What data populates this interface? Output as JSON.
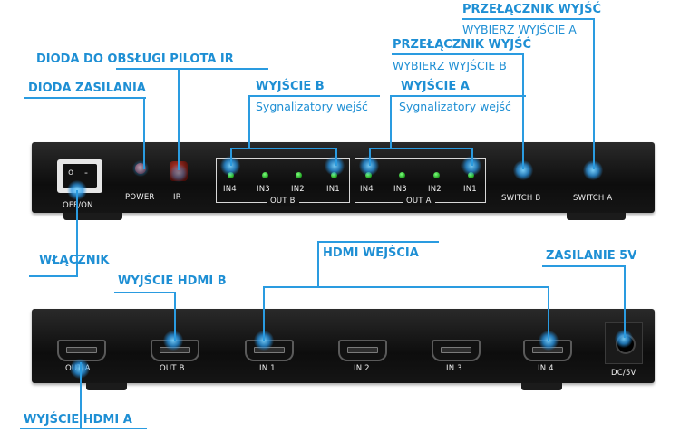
{
  "top_device": {
    "labels": {
      "onoff": "OFF/ON",
      "power": "POWER",
      "ir": "IR",
      "in4": "IN4",
      "in3": "IN3",
      "in2": "IN2",
      "in1": "IN1",
      "out_b": "OUT B",
      "out_a": "OUT A",
      "switch_b": "SWITCH B",
      "switch_a": "SWITCH A",
      "switch_on_glyph": "o",
      "switch_off_glyph": "-"
    }
  },
  "bottom_device": {
    "labels": {
      "out_a": "OUT A",
      "out_b": "OUT B",
      "in1": "IN 1",
      "in2": "IN 2",
      "in3": "IN 3",
      "in4": "IN 4",
      "dc": "DC/5V"
    }
  },
  "callouts": {
    "ir_led": "DIODA DO OBSŁUGI PILOTA IR",
    "power_led": "DIODA ZASILANIA",
    "output_b": "WYJŚCIE B",
    "output_b_sub": "Sygnalizatory wejść",
    "output_a": "WYJŚCIE A",
    "output_a_sub": "Sygnalizatory wejść",
    "switch_top": "PRZEŁĄCZNIK WYJŚĆ",
    "switch_top_sub": "WYBIERZ WYJŚCIE A",
    "switch_mid": "PRZEŁĄCZNIK WYJŚĆ",
    "switch_mid_sub": "WYBIERZ WYJŚCIE B",
    "power_switch": "WŁĄCZNIK",
    "hdmi_out_b": "WYJŚCIE HDMI B",
    "hdmi_inputs": "HDMI WEJŚCIA",
    "power_5v": "ZASILANIE 5V",
    "hdmi_out_a": "WYJŚCIE HDMI A"
  },
  "colors": {
    "accent": "#1e8fd4",
    "device": "#151515",
    "led_green": "#2fbf2f",
    "led_red": "#c0392b"
  }
}
